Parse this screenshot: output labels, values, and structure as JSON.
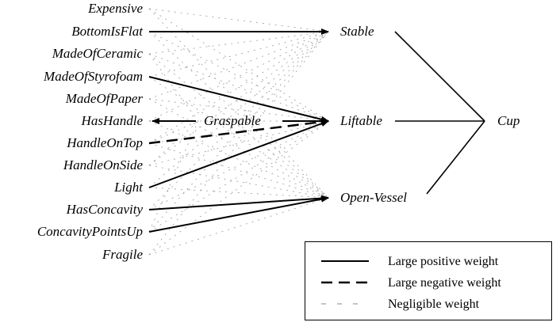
{
  "inputs": [
    "Expensive",
    "BottomIsFlat",
    "MadeOfCeramic",
    "MadeOfStyrofoam",
    "MadeOfPaper",
    "HasHandle",
    "HandleOnTop",
    "HandleOnSide",
    "Light",
    "HasConcavity",
    "ConcavityPointsUp",
    "Fragile"
  ],
  "intermediate": "Graspable",
  "middle": [
    "Stable",
    "Liftable",
    "Open-Vessel"
  ],
  "output": "Cup",
  "legend": {
    "positive": "Large positive weight",
    "negative": "Large negative weight",
    "negligible": "Negligible weight"
  }
}
